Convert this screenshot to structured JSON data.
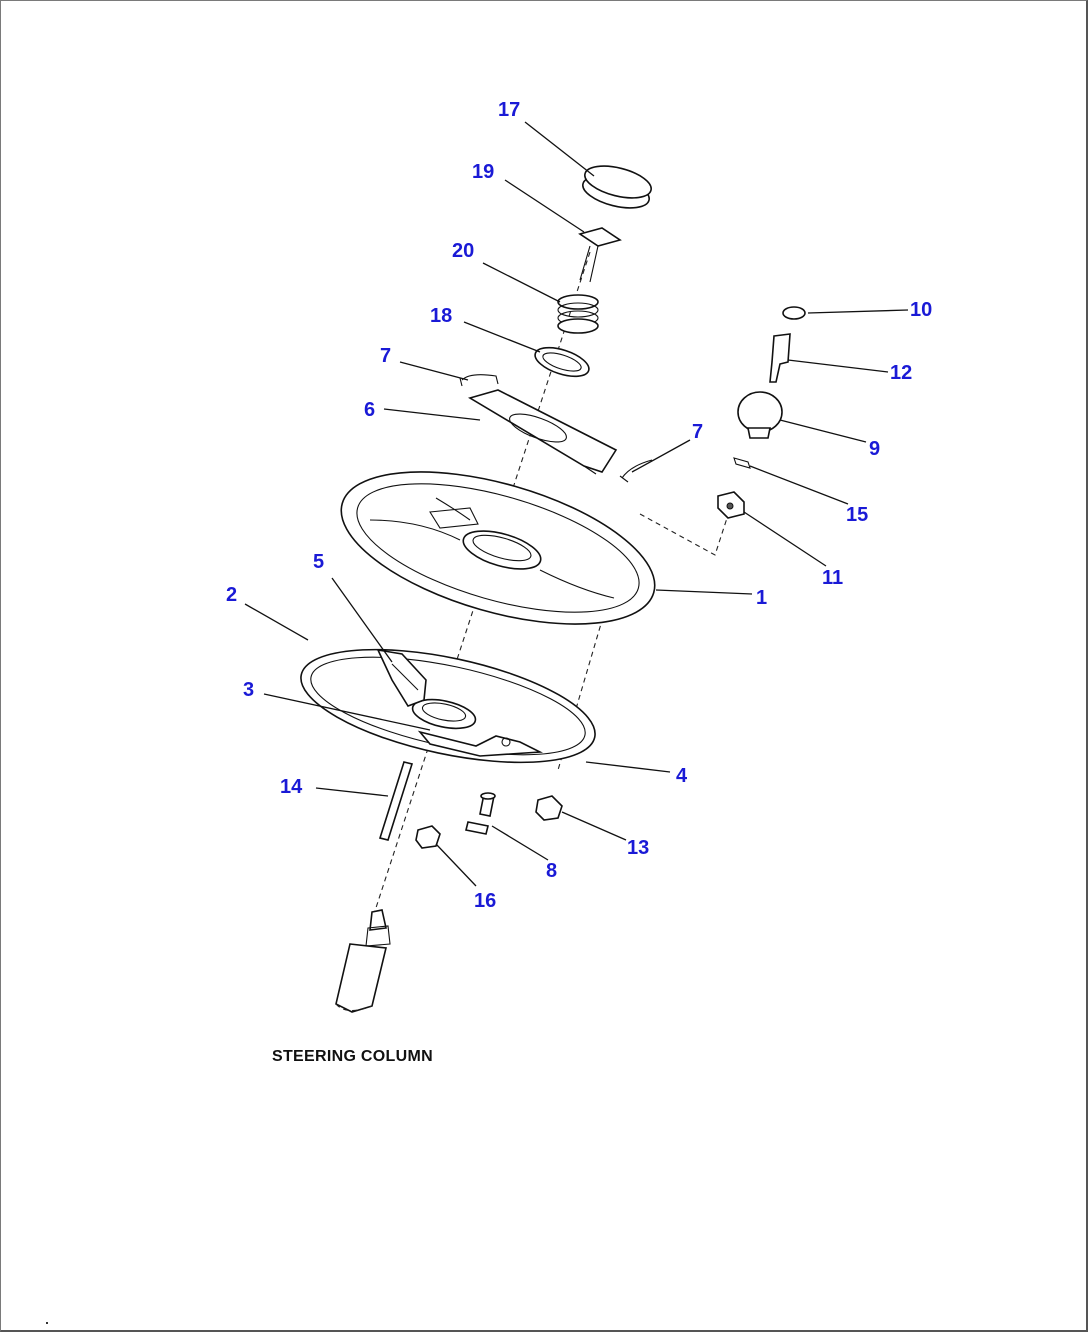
{
  "caption": "STEERING COLUMN",
  "callouts": {
    "c17": "17",
    "c19": "19",
    "c20": "20",
    "c18": "18",
    "c7a": "7",
    "c6": "6",
    "c7b": "7",
    "c10": "10",
    "c12": "12",
    "c9": "9",
    "c15": "15",
    "c11": "11",
    "c1": "1",
    "c5": "5",
    "c2": "2",
    "c3": "3",
    "c4": "4",
    "c14": "14",
    "c13": "13",
    "c8": "8",
    "c16": "16"
  },
  "colors": {
    "callout": "#1a1ad6",
    "line": "#111111"
  }
}
